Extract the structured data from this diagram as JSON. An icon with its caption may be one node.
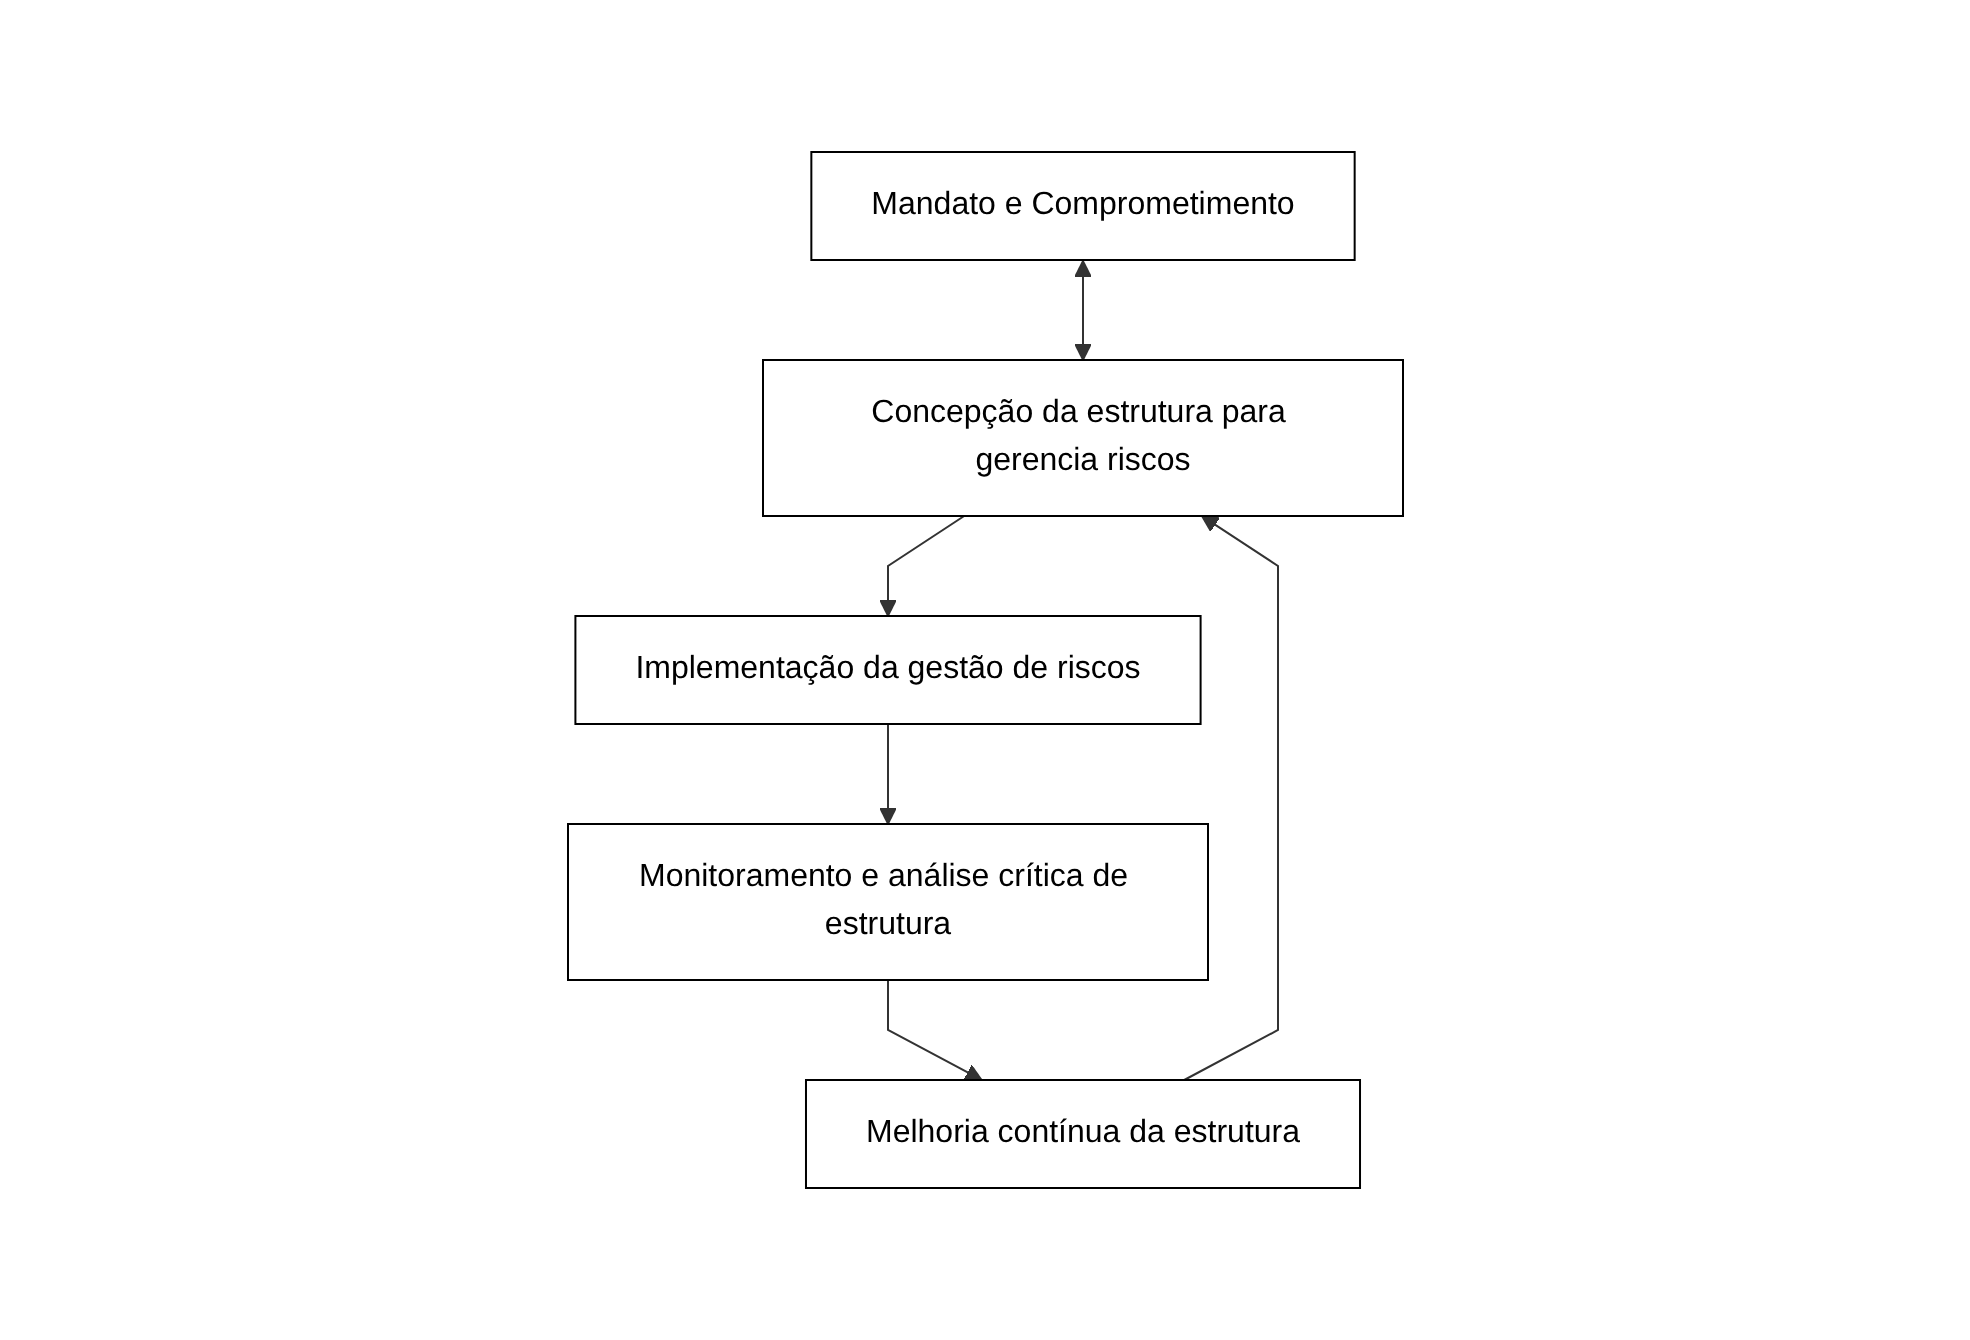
{
  "diagram": {
    "nodes": [
      {
        "text": [
          "Mandato e Comprometimento"
        ]
      },
      {
        "text": [
          "Concepção da estrutura para gerencia riscos"
        ]
      },
      {
        "text": [
          "Melhoria contínua da estrutura"
        ]
      },
      {
        "text": [
          "Implementação da gestão de riscos"
        ]
      },
      {
        "text": [
          "Monitoramento e análise crítica de estrutura"
        ]
      }
    ],
    "edges": [
      {
        "from": 0,
        "to": 1,
        "arrow": "both"
      },
      {
        "from": 1,
        "to": 3,
        "arrow": "to"
      },
      {
        "from": 3,
        "to": 4,
        "arrow": "to"
      },
      {
        "from": 4,
        "to": 2,
        "arrow": "to"
      },
      {
        "from": 2,
        "to": 1,
        "arrow": "to"
      }
    ]
  }
}
